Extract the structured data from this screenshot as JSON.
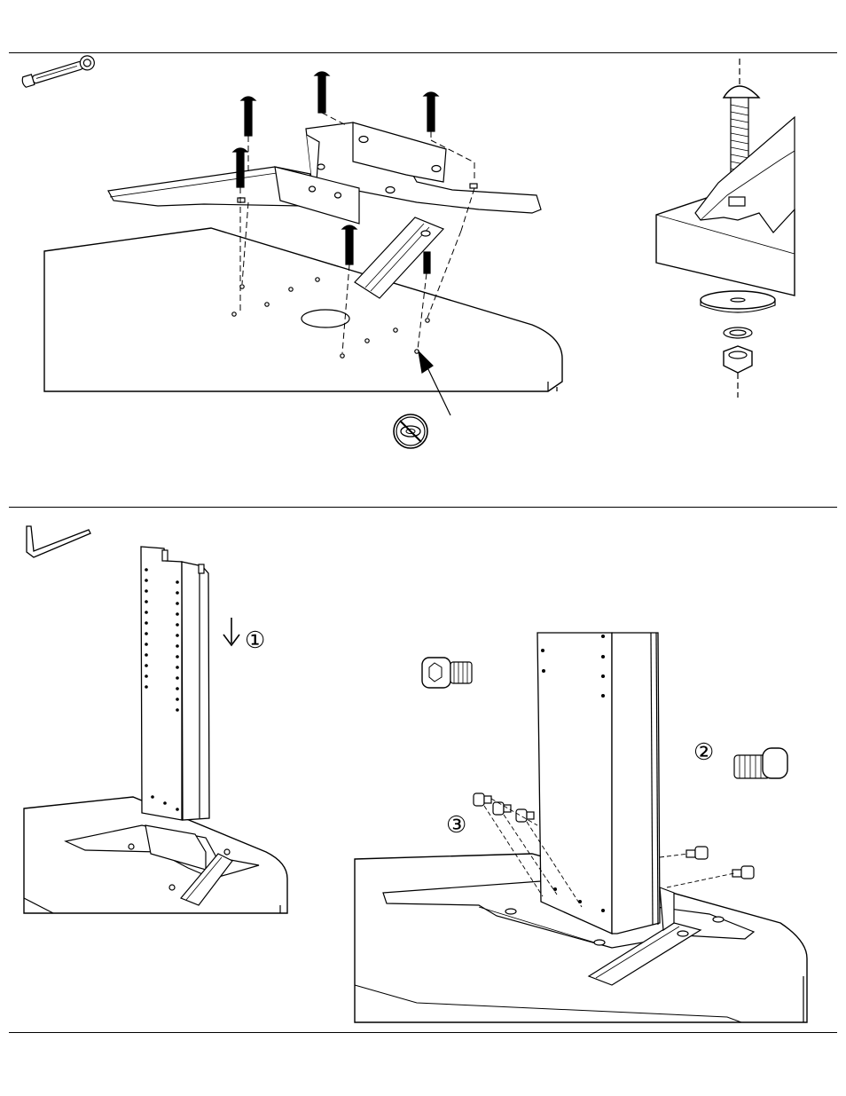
{
  "step_markers": {
    "step1": "①",
    "step2": "②",
    "step3": "③"
  },
  "icons": {
    "tool_top": "wrench-icon",
    "tool_bottom": "hex-key-icon",
    "prohibition": "no-lock-washer-icon",
    "arrow_down": "arrow-down-icon"
  },
  "colors": {
    "line": "#000000",
    "background": "#ffffff"
  }
}
